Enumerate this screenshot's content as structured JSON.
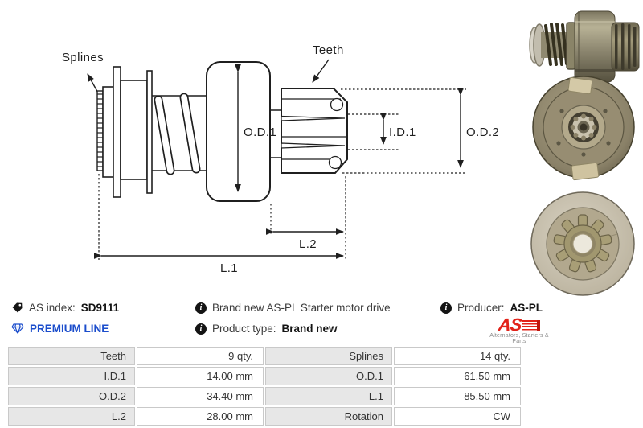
{
  "diagram": {
    "splines_label": "Splines",
    "teeth_label": "Teeth",
    "od1_label": "O.D.1",
    "id1_label": "I.D.1",
    "od2_label": "O.D.2",
    "l2_label": "L.2",
    "l1_label": "L.1"
  },
  "info": {
    "as_index_label": "AS index:",
    "as_index_value": "SD9111",
    "premium_line": "PREMIUM LINE",
    "description": "Brand new AS-PL Starter motor drive",
    "product_type_label": "Product type:",
    "product_type_value": "Brand new",
    "producer_label": "Producer:",
    "producer_value": "AS-PL",
    "logo_text": "AS",
    "logo_tagline": "Alternators, Starters & Parts"
  },
  "icons": {
    "info_glyph": "i"
  },
  "table": {
    "rows": [
      {
        "c0_label": "Teeth",
        "c0_value": "9 qty.",
        "c1_label": "Splines",
        "c1_value": "14 qty."
      },
      {
        "c0_label": "I.D.1",
        "c0_value": "14.00 mm",
        "c1_label": "O.D.1",
        "c1_value": "61.50 mm"
      },
      {
        "c0_label": "O.D.2",
        "c0_value": "34.40 mm",
        "c1_label": "L.1",
        "c1_value": "85.50 mm"
      },
      {
        "c0_label": "L.2",
        "c0_value": "28.00 mm",
        "c1_label": "Rotation",
        "c1_value": "CW"
      }
    ]
  },
  "colors": {
    "premium_blue": "#1b4dcc",
    "logo_red": "#e2231a",
    "table_label_bg": "#e7e7e7",
    "table_border": "#c9c9c9",
    "line_art": "#1f1f1f"
  }
}
